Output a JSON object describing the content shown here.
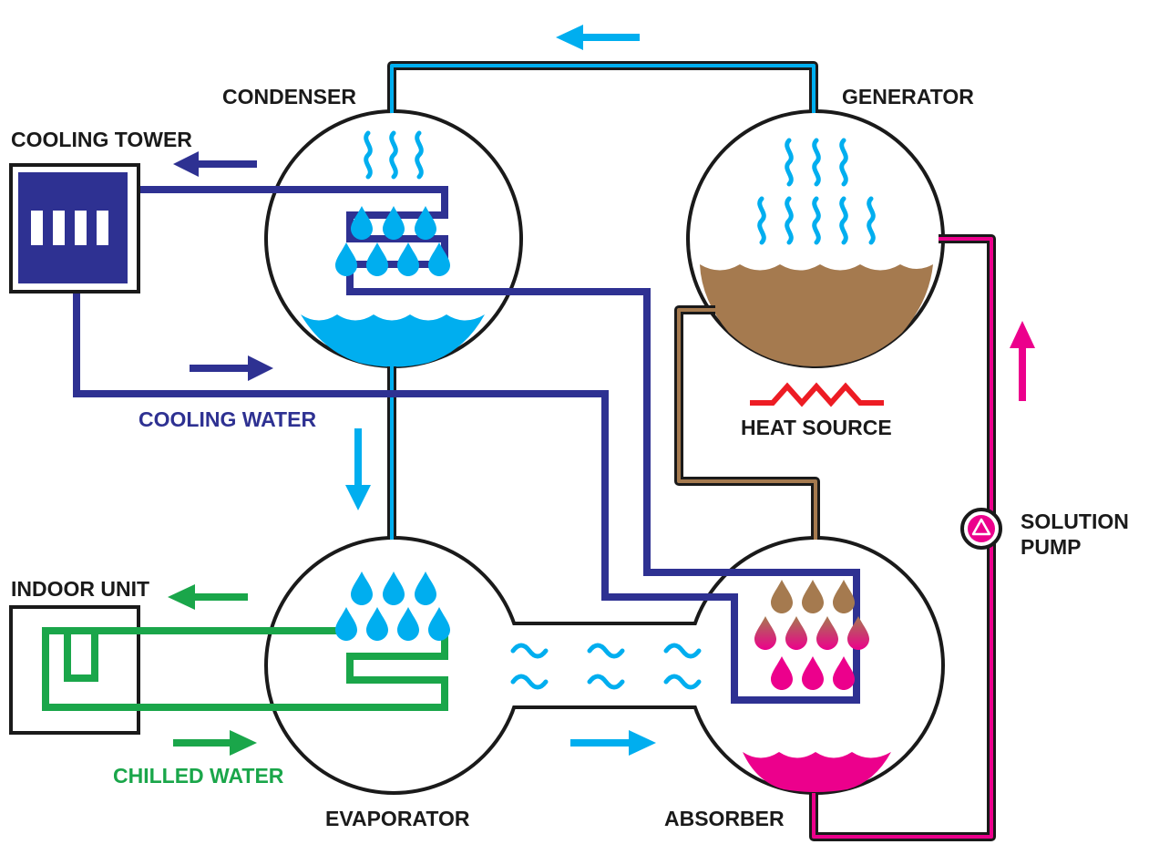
{
  "labels": {
    "condenser": "CONDENSER",
    "generator": "GENERATOR",
    "cooling_tower": "COOLING TOWER",
    "cooling_water": "COOLING WATER",
    "heat_source": "HEAT SOURCE",
    "indoor_unit": "INDOOR UNIT",
    "chilled_water": "CHILLED WATER",
    "evaporator": "EVAPORATOR",
    "absorber": "ABSORBER",
    "solution_pump_line1": "SOLUTION",
    "solution_pump_line2": "PUMP"
  },
  "colors": {
    "outline": "#1a1a1a",
    "refrigerant": "#00aeef",
    "cooling_water": "#2e3192",
    "chilled_water": "#1aa64a",
    "strong_solution": "#a57a4f",
    "weak_solution": "#ec008c",
    "heat_source": "#ed1c24"
  },
  "icons": {
    "vapor": "vapor-wave-icon",
    "droplet": "droplet-icon",
    "flow_arrow": "arrow-icon",
    "pump": "pump-icon",
    "heat": "zigzag-heat-icon"
  }
}
